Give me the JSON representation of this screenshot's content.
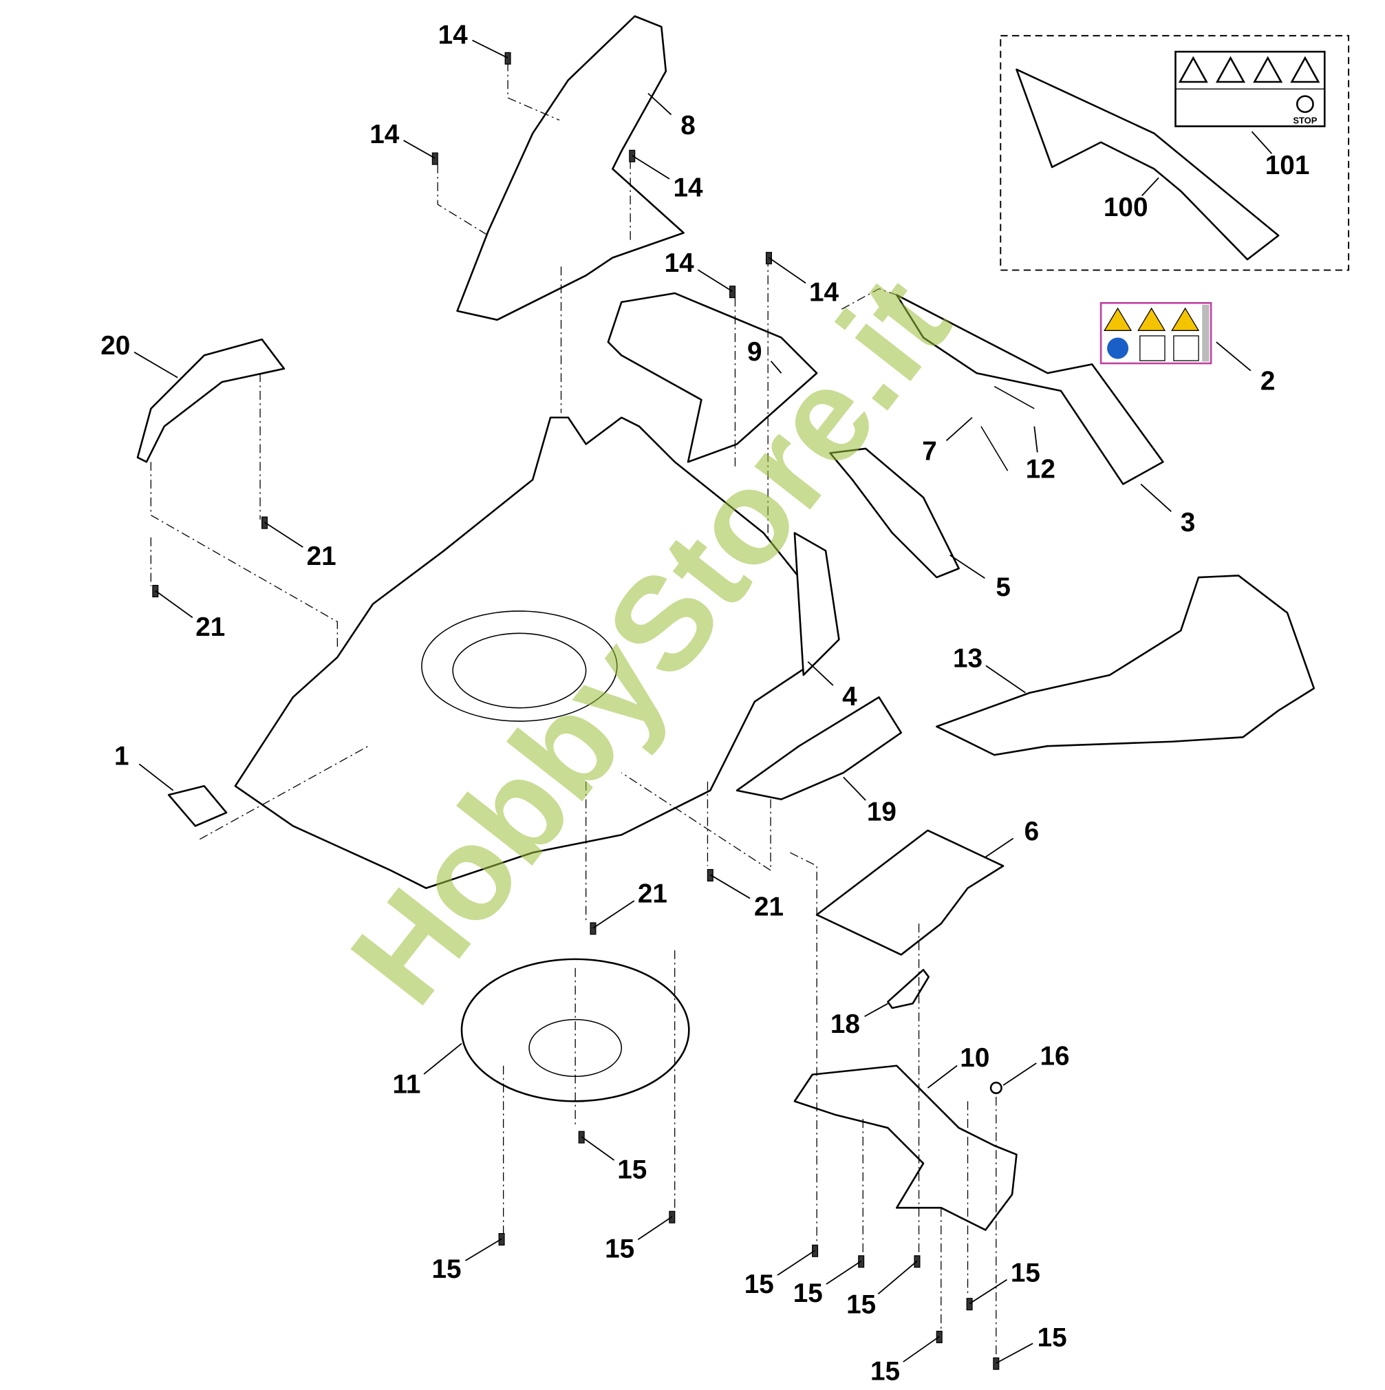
{
  "watermark": "HobbyStore.it",
  "callouts": [
    "14",
    "8",
    "14",
    "14",
    "14",
    "14",
    "20",
    "9",
    "7",
    "12",
    "3",
    "2",
    "100",
    "101",
    "21",
    "21",
    "5",
    "4",
    "13",
    "1",
    "19",
    "6",
    "21",
    "21",
    "18",
    "10",
    "16",
    "11",
    "15",
    "15",
    "15",
    "15",
    "15",
    "15",
    "15",
    "15",
    "15"
  ],
  "decals": {
    "kit_label_stop": "STOP"
  },
  "colors": {
    "watermark": "#9cc03c",
    "warning": "#f5c400",
    "info_blue": "#1a5fc8",
    "decal_border": "#c040a0"
  }
}
